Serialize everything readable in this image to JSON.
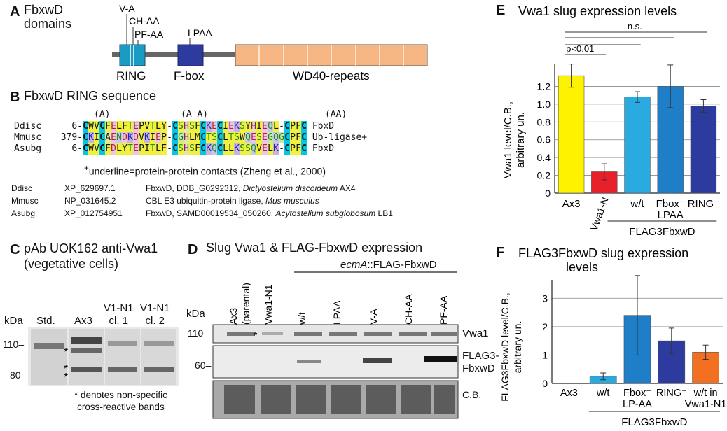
{
  "panelA": {
    "label": "A",
    "title_line1": "FbxwD",
    "title_line2": "domains",
    "annot": [
      "V-A",
      "CH-AA",
      "PF-AA",
      "LPAA"
    ],
    "domains": [
      "RING",
      "F-box",
      "WD40-repeats"
    ],
    "colors": {
      "ring": "#1a9bc4",
      "fbox": "#2e3b9e",
      "wd40": "#f6b683",
      "linker": "#666666"
    }
  },
  "panelB": {
    "label": "B",
    "title": "FbxwD RING sequence",
    "mutation_marks": [
      "(A)",
      "(A A)",
      "(AA)"
    ],
    "rows": [
      {
        "name": "Ddisc",
        "start": "6-",
        "seq": "CWVCFELFTEPVTLY-CSHSFCKECIEKSYHIEQL-CPFC",
        "tail": "FbxD"
      },
      {
        "name": "Mmusc",
        "start": "379-",
        "seq": "CKICAENDKDVKIEP-CGHLMCTSCLTSWQESEGQGCPFC",
        "tail": "Ub-ligase+"
      },
      {
        "name": "Asubg",
        "start": "6-",
        "seq": "CWVCFDLYTEPITLF-CSHSFCKQCLLKSSQVELK-CPFC",
        "tail": "FbxD"
      }
    ],
    "footnote_sup": "+",
    "footnote_u": "underline",
    "footnote_rest": "=protein-protein contacts (Zheng et al., 2000)",
    "accessions": [
      {
        "org": "Ddisc",
        "id": "XP_629697.1",
        "desc": "FbxwD, DDB_G0292312,",
        "species": "Dictyostelium discoideum",
        "strain": "AX4"
      },
      {
        "org": "Mmusc",
        "id": "NP_031645.2",
        "desc": "CBL E3 ubiquitin-protein ligase,",
        "species": "Mus musculus",
        "strain": ""
      },
      {
        "org": "Asubg",
        "id": "XP_012754951",
        "desc": "FbxwD, SAMD00019534_050260,",
        "species": "Acytostelium subglobosum",
        "strain": "LB1"
      }
    ]
  },
  "panelC": {
    "label": "C",
    "title_line1": "pAb UOK162 anti-Vwa1",
    "title_line2": "(vegetative cells)",
    "lanes": [
      "Std.",
      "Ax3",
      "V1-N1\ncl. 1",
      "V1-N1\ncl. 2"
    ],
    "kda": "kDa",
    "markers": [
      "110–",
      "80–"
    ],
    "note_line1": "* denotes non-specific",
    "note_line2": "cross-reactive bands",
    "stars": [
      "*",
      "*",
      "*"
    ]
  },
  "panelD": {
    "label": "D",
    "title": "Slug Vwa1 & FLAG-FbxwD expression",
    "construct_italic": "ecmA",
    "construct_rest": "::FLAG-FbxwD",
    "lanes": [
      "Ax3\n(parental)",
      "Vwa1-N1",
      "w/t",
      "LPAA",
      "V-A",
      "CH-AA",
      "PF-AA"
    ],
    "kda": "kDa",
    "markers": [
      "110–",
      "60–"
    ],
    "rows": [
      "Vwa1",
      "FLAG3-\nFbxwD",
      "C.B."
    ],
    "star": "*"
  },
  "chart_data": [
    {
      "type": "bar",
      "panel": "E",
      "title": "Vwa1 slug expression levels",
      "ylabel": "Vwa1 level/C.B.,\narbitrary un.",
      "categories": [
        "Ax3",
        "Vwa1-N",
        "w/t",
        "Fbox⁻\nLPAA",
        "RING⁻"
      ],
      "values": [
        1.32,
        0.24,
        1.08,
        1.2,
        0.98
      ],
      "errors": [
        0.13,
        0.09,
        0.06,
        0.24,
        0.07
      ],
      "colors": [
        "#fff200",
        "#e8202a",
        "#29abe2",
        "#1e7ec8",
        "#2e3b9e"
      ],
      "ylim": [
        0,
        1.4
      ],
      "yticks": [
        "0",
        "0.2",
        "0.4",
        "0.6",
        "0.8",
        "1.0",
        "1.2"
      ],
      "grid": true,
      "group_label": "FLAG3FbxwD",
      "sig_labels": [
        "p<0.01",
        "n.s."
      ]
    },
    {
      "type": "bar",
      "panel": "F",
      "title_line1": "FLAG3FbxwD slug expression",
      "title_line2": "levels",
      "ylabel": "FLAG3FbxwD level/C.B.,\narbitrary un.",
      "categories": [
        "Ax3",
        "w/t",
        "Fbox⁻\nLP-AA",
        "RING⁻",
        "w/t in\nVwa1-N1"
      ],
      "values": [
        0,
        0.25,
        2.4,
        1.5,
        1.1
      ],
      "errors": [
        0,
        0.12,
        1.4,
        0.45,
        0.25
      ],
      "colors": [
        "#ffffff",
        "#29abe2",
        "#1e7ec8",
        "#2e3b9e",
        "#f37021"
      ],
      "ylim": [
        0,
        3.5
      ],
      "yticks": [
        "0",
        "1",
        "2",
        "3"
      ],
      "grid": true,
      "group_label": "FLAG3FbxwD"
    }
  ],
  "panelE_label": "E",
  "panelF_label": "F"
}
